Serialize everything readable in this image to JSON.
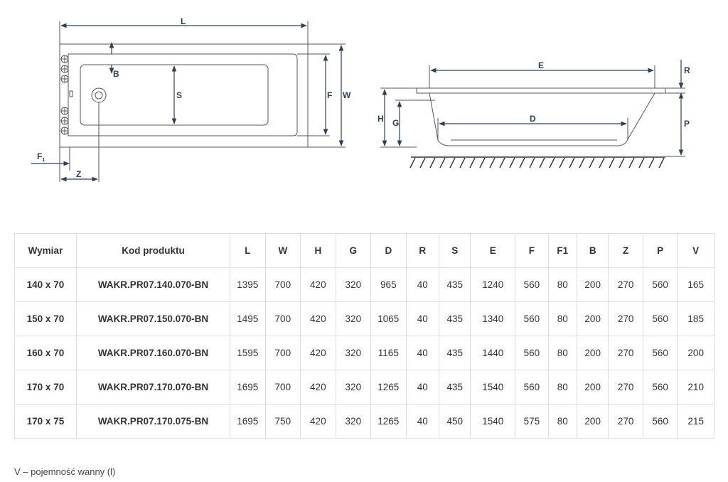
{
  "diagram": {
    "top_labels": {
      "L": "L",
      "B": "B",
      "S": "S",
      "F": "F",
      "W": "W",
      "F1": "F",
      "F1_sub": "1",
      "Z": "Z"
    },
    "side_labels": {
      "E": "E",
      "R": "R",
      "H": "H",
      "G": "G",
      "D": "D",
      "P": "P"
    },
    "colors": {
      "line": "#2e4154",
      "outline": "#555555"
    }
  },
  "table": {
    "headers": [
      "Wymiar",
      "Kod produktu",
      "L",
      "W",
      "H",
      "G",
      "D",
      "R",
      "S",
      "E",
      "F",
      "F1",
      "B",
      "Z",
      "P",
      "V"
    ],
    "rows": [
      [
        "140 x 70",
        "WAKR.PR07.140.070-BN",
        "1395",
        "700",
        "420",
        "320",
        "965",
        "40",
        "435",
        "1240",
        "560",
        "80",
        "200",
        "270",
        "560",
        "165"
      ],
      [
        "150 x 70",
        "WAKR.PR07.150.070-BN",
        "1495",
        "700",
        "420",
        "320",
        "1065",
        "40",
        "435",
        "1340",
        "560",
        "80",
        "200",
        "270",
        "560",
        "185"
      ],
      [
        "160 x 70",
        "WAKR.PR07.160.070-BN",
        "1595",
        "700",
        "420",
        "320",
        "1165",
        "40",
        "435",
        "1440",
        "560",
        "80",
        "200",
        "270",
        "560",
        "200"
      ],
      [
        "170 x 70",
        "WAKR.PR07.170.070-BN",
        "1695",
        "700",
        "420",
        "320",
        "1265",
        "40",
        "435",
        "1540",
        "560",
        "80",
        "200",
        "270",
        "560",
        "210"
      ],
      [
        "170 x 75",
        "WAKR.PR07.170.075-BN",
        "1695",
        "750",
        "420",
        "320",
        "1265",
        "40",
        "450",
        "1540",
        "575",
        "80",
        "200",
        "270",
        "560",
        "215"
      ]
    ]
  },
  "note": "V – pojemność wanny (l)"
}
